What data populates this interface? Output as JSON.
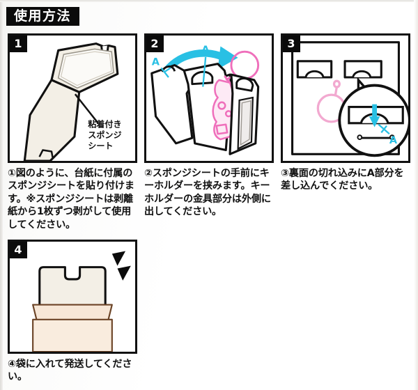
{
  "document": {
    "title": "使用方法",
    "language": "ja"
  },
  "colors": {
    "ink": "#111111",
    "paper": "#ffffff",
    "card_fill": "#f3efe6",
    "card_shade": "#e7e2d6",
    "accent_cyan": "#29c0e4",
    "keychain_pink": "#ef6fbb",
    "ring_pink": "#f2a9d0",
    "envelope_fill": "#f7e7d7",
    "envelope_line": "#6b4326"
  },
  "panels": [
    {
      "number": "1",
      "art_label": [
        "粘着付き",
        "スポンジ",
        "シート"
      ],
      "caption": "①図のように、台紙に付属のスポンジシートを貼り付けます。※スポンジシートは剥離紙から1枚ずつ剥がして使用してください。"
    },
    {
      "number": "2",
      "marker_a_left": "A",
      "marker_a_right": "A",
      "caption": "②スポンジシートの手前にキーホルダーを挟みます。キーホルダーの金具部分は外側に出してください。"
    },
    {
      "number": "3",
      "marker_a": "A",
      "caption": "③裏面の切れ込みにA部分を差し込んでください。"
    },
    {
      "number": "4",
      "caption": "④袋に入れて発送してください。"
    }
  ]
}
